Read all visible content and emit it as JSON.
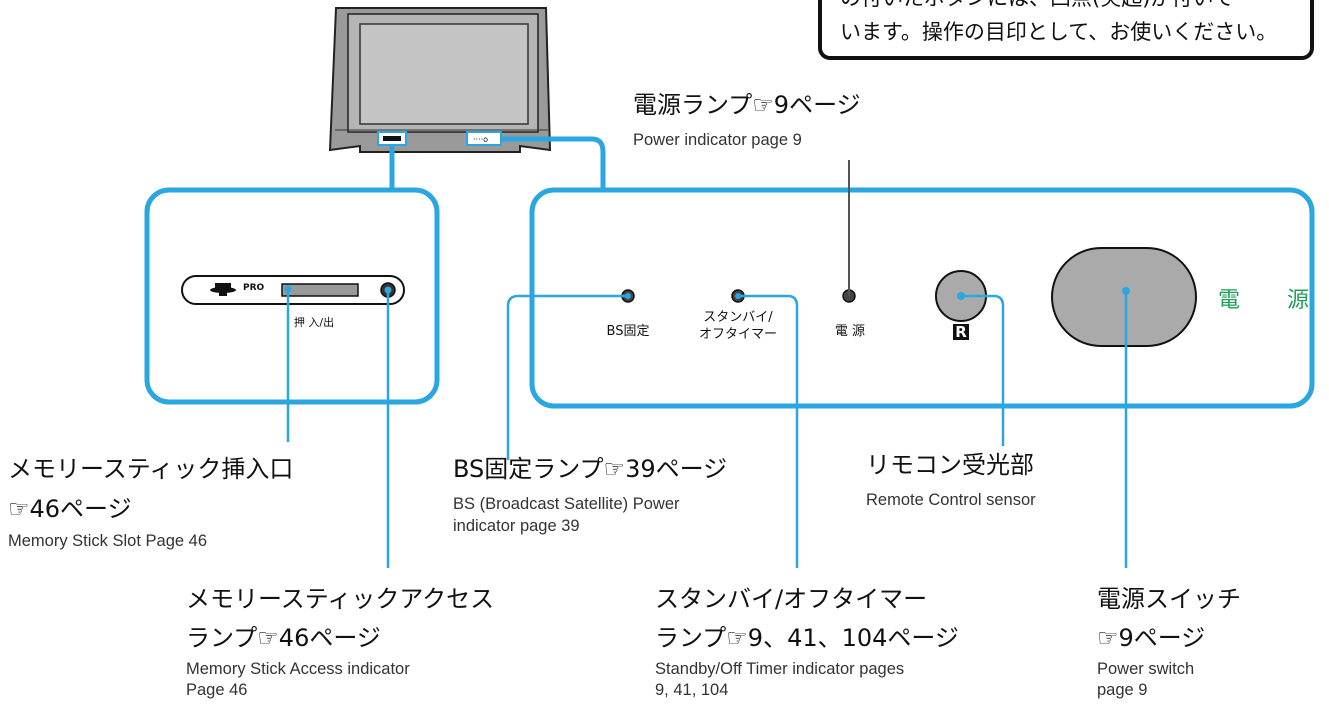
{
  "note": {
    "line1": "の付いたボタンには、凸点(突起)が付いて",
    "line2": "います。操作の目印として、お使いください。"
  },
  "panel_labels": {
    "bs_fixed": "BS固定",
    "standby_line1": "スタンバイ/",
    "standby_line2": "オフタイマー",
    "power": "電 源",
    "ir_mark": "R",
    "power_switch": "電 源",
    "memory_pro": "PRO",
    "insert_eject": "押 入/出"
  },
  "callouts": {
    "power_indicator": {
      "jp": "電源ランプ☞9ページ",
      "en": "Power indicator  page 9"
    },
    "memory_slot": {
      "jp1": "メモリースティック挿入口",
      "jp2": "☞46ページ",
      "en": "Memory Stick Slot  Page 46"
    },
    "bs_lamp": {
      "jp": "BS固定ランプ☞39ページ",
      "en1": "BS (Broadcast Satellite) Power",
      "en2": "indicator  page 39"
    },
    "remote_sensor": {
      "jp": "リモコン受光部",
      "en": "Remote Control sensor"
    },
    "memory_access": {
      "jp1": "メモリースティックアクセス",
      "jp2": "ランプ☞46ページ",
      "en1": "Memory Stick Access indicator",
      "en2": "Page 46"
    },
    "standby_lamp": {
      "jp1": "スタンバイ/オフタイマー",
      "jp2": "ランプ☞9、41、104ページ",
      "en1": "Standby/Off Timer indicator  pages",
      "en2": "9, 41, 104"
    },
    "power_switch": {
      "jp1": "電源スイッチ",
      "jp2": "☞9ページ",
      "en1": "Power switch",
      "en2": "page 9"
    }
  },
  "colors": {
    "accent": "#2aa6e0",
    "power_label": "#22a05a",
    "device_gray": "#b9b9b9"
  }
}
